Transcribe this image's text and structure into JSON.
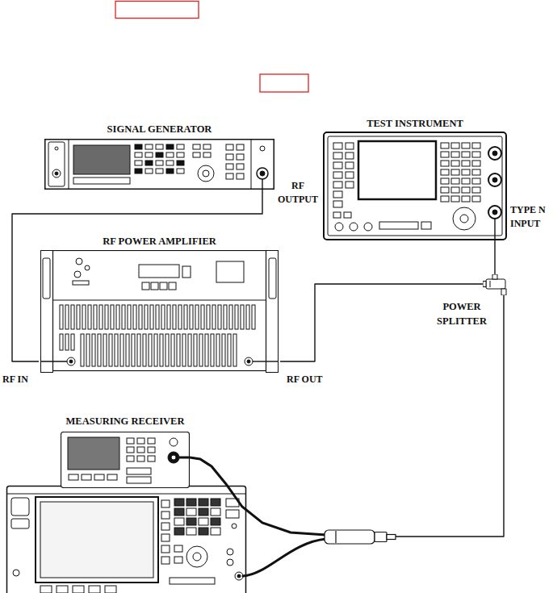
{
  "diagram": {
    "nodes": [
      {
        "text": [
          "SIGNAL GENERATOR"
        ]
      },
      {
        "text": [
          "TEST INSTRUMENT"
        ]
      },
      {
        "text": [
          "RF POWER AMPLIFIER"
        ]
      },
      {
        "text": [
          "POWER SPLITTER"
        ]
      },
      {
        "text": [
          "MEASURING RECEIVER"
        ]
      }
    ],
    "edges": [
      {
        "from": 0,
        "to": 2,
        "arrow": "none"
      },
      {
        "from": 2,
        "to": 3,
        "arrow": "none"
      },
      {
        "from": 3,
        "to": 1,
        "arrow": "none"
      },
      {
        "from": 3,
        "to": 4,
        "arrow": "none"
      }
    ],
    "labels": [
      "RF OUTPUT",
      "TYPE N INPUT",
      "RF IN",
      "RF OUT"
    ]
  }
}
